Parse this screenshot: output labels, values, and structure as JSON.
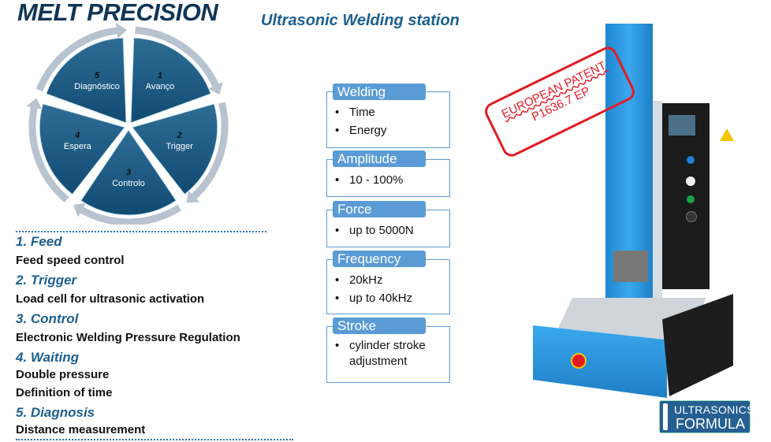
{
  "header": {
    "title": "MELT PRECISION",
    "subtitle": "Ultrasonic Welding station"
  },
  "cycle": [
    {
      "num": "1",
      "label": "Avanço"
    },
    {
      "num": "2",
      "label": "Trigger"
    },
    {
      "num": "3",
      "label": "Controlo"
    },
    {
      "num": "4",
      "label": "Espera"
    },
    {
      "num": "5",
      "label": "Diagnóstico"
    }
  ],
  "steps": [
    {
      "heading": "1. Feed",
      "lines": [
        "Feed speed control"
      ]
    },
    {
      "heading": "2. Trigger",
      "lines": [
        "Load cell for ultrasonic activation"
      ]
    },
    {
      "heading": "3. Control",
      "lines": [
        "Electronic Welding Pressure Regulation"
      ]
    },
    {
      "heading": "4. Waiting",
      "lines": [
        "Double pressure",
        "Definition of time"
      ]
    },
    {
      "heading": "5. Diagnosis",
      "lines": [
        "Distance measurement"
      ]
    }
  ],
  "specs": [
    {
      "title": "Welding",
      "items": [
        "Time",
        "Energy"
      ]
    },
    {
      "title": "Amplitude",
      "items": [
        "10 - 100%"
      ]
    },
    {
      "title": "Force",
      "items": [
        "up to 5000N"
      ]
    },
    {
      "title": "Frequency",
      "items": [
        "20kHz",
        "up to 40kHz"
      ]
    },
    {
      "title": "Stroke",
      "items": [
        "cylinder stroke adjustment"
      ]
    }
  ],
  "stamp": {
    "line1": "EUROPEAN PATENT",
    "line2": "P1636.7 EP"
  },
  "logo": {
    "line1": "ULTRASONICS",
    "line2": "FORMULA"
  },
  "colors": {
    "accent": "#1d5f8f",
    "box": "#5b9bd5",
    "stamp": "#e31b23",
    "machine": "#2b9ae0"
  }
}
